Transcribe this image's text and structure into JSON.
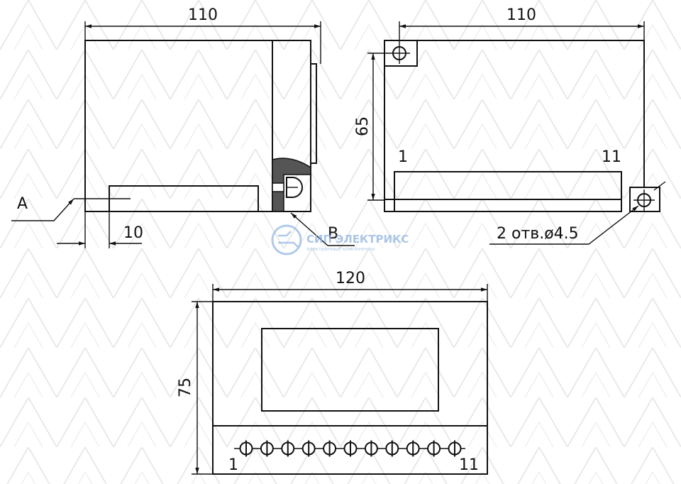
{
  "side_view": {
    "width_dim": "110",
    "offset_dim": "10",
    "label_a": "A",
    "label_b": "B"
  },
  "back_view": {
    "width_dim": "110",
    "height_dim": "65",
    "pin_first": "1",
    "pin_last": "11",
    "holes_note": "2 отв.ø4.5"
  },
  "front_view": {
    "width_dim": "120",
    "height_dim": "75",
    "pin_first": "1",
    "pin_last": "11",
    "terminal_count": 11
  },
  "watermark": {
    "brand": "СИП ЭЛЕКТРИКС",
    "tagline": "электронные компоненты"
  }
}
